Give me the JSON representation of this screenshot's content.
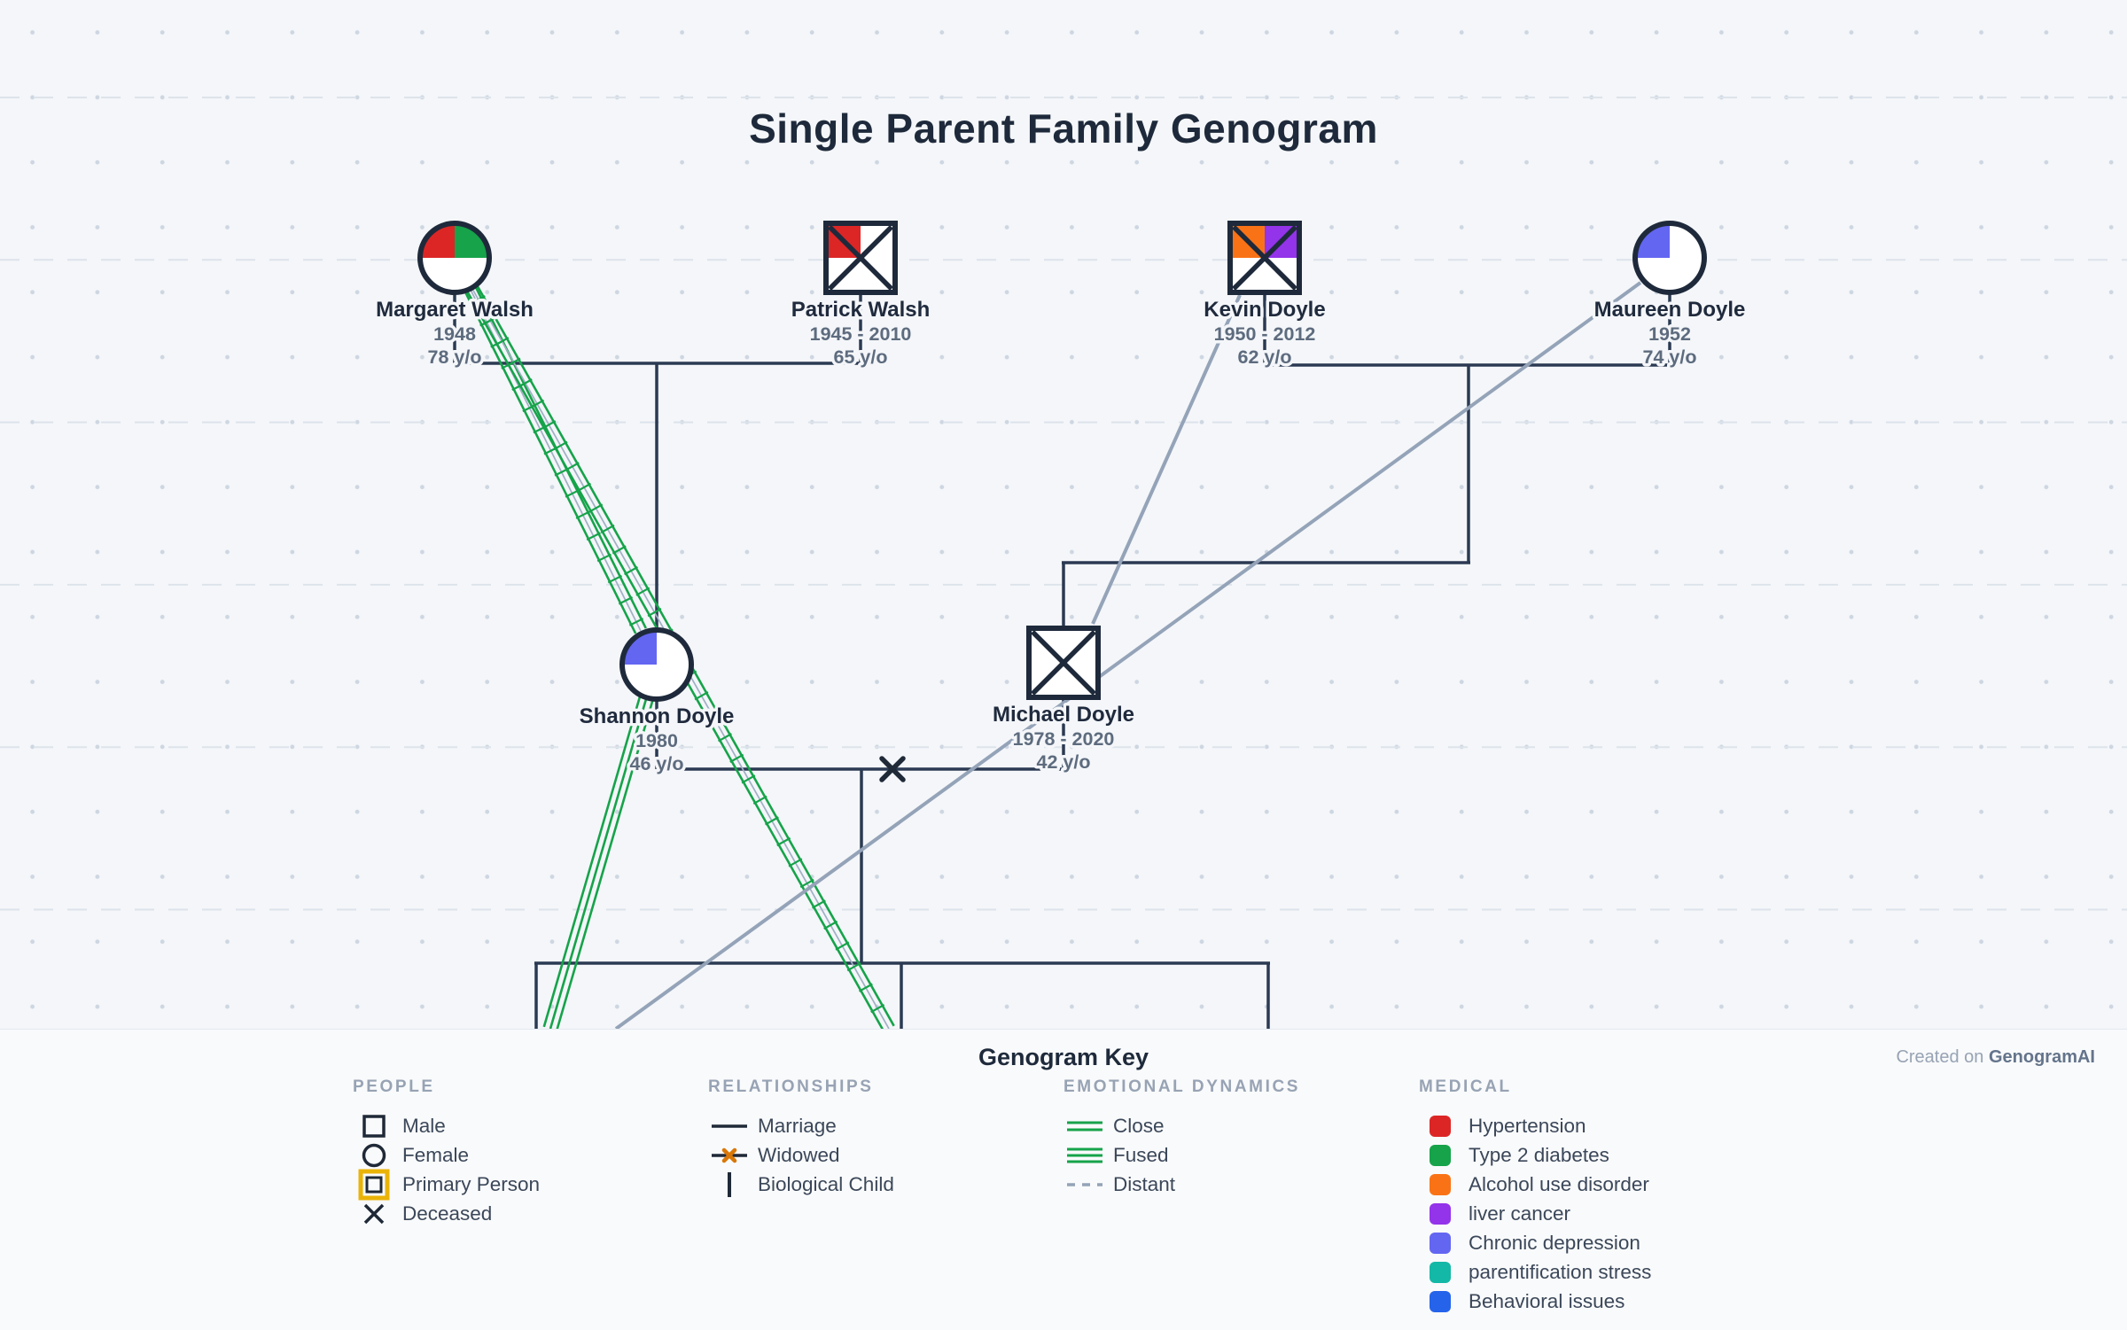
{
  "title": "Single Parent Family Genogram",
  "watermark": {
    "prefix": "Created on ",
    "brand": "GenogramAI"
  },
  "people": [
    {
      "id": "margaret",
      "name": "Margaret Walsh",
      "years": "1948",
      "age": "78 y/o",
      "sex": "female",
      "deceased": false,
      "medical": [
        "hypertension",
        "type2_diabetes"
      ]
    },
    {
      "id": "patrick",
      "name": "Patrick Walsh",
      "years": "1945 - 2010",
      "age": "65 y/o",
      "sex": "male",
      "deceased": true,
      "medical": [
        "hypertension"
      ]
    },
    {
      "id": "kevin",
      "name": "Kevin Doyle",
      "years": "1950 - 2012",
      "age": "62 y/o",
      "sex": "male",
      "deceased": true,
      "medical": [
        "alcohol_use_disorder",
        "liver_cancer"
      ]
    },
    {
      "id": "maureen",
      "name": "Maureen Doyle",
      "years": "1952",
      "age": "74 y/o",
      "sex": "female",
      "deceased": false,
      "medical": [
        "chronic_depression"
      ]
    },
    {
      "id": "shannon",
      "name": "Shannon Doyle",
      "years": "1980",
      "age": "46 y/o",
      "sex": "female",
      "deceased": false,
      "medical": [
        "chronic_depression"
      ]
    },
    {
      "id": "michael",
      "name": "Michael Doyle",
      "years": "1978 - 2020",
      "age": "42 y/o",
      "sex": "male",
      "deceased": true,
      "medical": []
    }
  ],
  "emotional_links": [
    {
      "from": "margaret",
      "to": "shannon",
      "type": "close"
    },
    {
      "from": "margaret",
      "to": "child2",
      "type": "close"
    },
    {
      "from": "shannon",
      "to": "child1",
      "type": "fused"
    },
    {
      "from": "kevin",
      "to": "michael",
      "type": "distant"
    },
    {
      "from": "maureen",
      "to": "child1",
      "type": "distant"
    }
  ],
  "medical_colors": {
    "hypertension": "#dc2626",
    "type2_diabetes": "#16a34a",
    "alcohol_use_disorder": "#f97316",
    "liver_cancer": "#9333ea",
    "chronic_depression": "#6366f1",
    "parentification_stress": "#14b8a6",
    "behavioral_issues": "#2563eb"
  },
  "key": {
    "title": "Genogram Key",
    "sections": [
      {
        "id": "people",
        "header": "PEOPLE",
        "items": [
          {
            "swatch": "male",
            "label": "Male"
          },
          {
            "swatch": "female",
            "label": "Female"
          },
          {
            "swatch": "primary",
            "label": "Primary Person"
          },
          {
            "swatch": "deceased",
            "label": "Deceased"
          }
        ]
      },
      {
        "id": "relationships",
        "header": "RELATIONSHIPS",
        "items": [
          {
            "swatch": "marriage",
            "label": "Marriage"
          },
          {
            "swatch": "widowed",
            "label": "Widowed"
          },
          {
            "swatch": "bio_child",
            "label": "Biological Child"
          }
        ]
      },
      {
        "id": "emotional",
        "header": "EMOTIONAL DYNAMICS",
        "items": [
          {
            "swatch": "close",
            "label": "Close"
          },
          {
            "swatch": "fused",
            "label": "Fused"
          },
          {
            "swatch": "distant",
            "label": "Distant"
          }
        ]
      },
      {
        "id": "medical",
        "header": "MEDICAL",
        "items": [
          {
            "swatch": "chip",
            "color": "#dc2626",
            "label": "Hypertension"
          },
          {
            "swatch": "chip",
            "color": "#16a34a",
            "label": "Type 2 diabetes"
          },
          {
            "swatch": "chip",
            "color": "#f97316",
            "label": "Alcohol use disorder"
          },
          {
            "swatch": "chip",
            "color": "#9333ea",
            "label": "liver cancer"
          },
          {
            "swatch": "chip",
            "color": "#6366f1",
            "label": "Chronic depression"
          },
          {
            "swatch": "chip",
            "color": "#14b8a6",
            "label": "parentification stress"
          },
          {
            "swatch": "chip",
            "color": "#2563eb",
            "label": "Behavioral issues"
          }
        ]
      }
    ]
  },
  "theme": {
    "ink": "#1f2937",
    "line": "#2b3a52",
    "muted": "#5d6b7e",
    "faint": "#97a3b4",
    "green": "#16a34a",
    "slate": "#94a3b8",
    "gold": "#eab308",
    "canvas": "#f4f6f9",
    "panel": "#f9fafb",
    "widow_x_diagram": "#1f2937",
    "widow_x_key": "#d97706"
  }
}
